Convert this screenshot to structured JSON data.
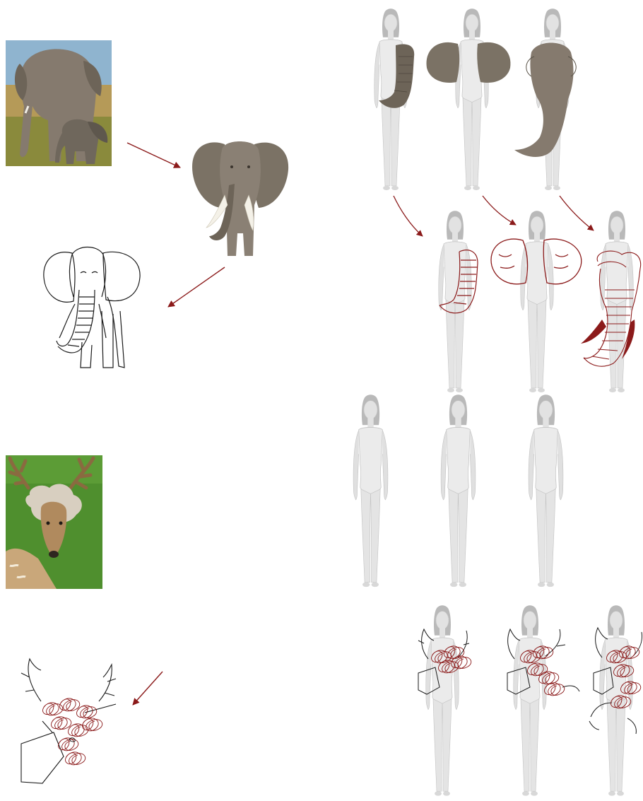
{
  "colors": {
    "arrow": "#8b1a1a",
    "sketch_red": "#8b1a1a",
    "sketch_black": "#1a1a1a",
    "body_fill": "#e6e6e6",
    "body_stroke": "#c4c4c4",
    "elephant_skin": "#7d7468",
    "elephant_dark": "#5a5348",
    "grass": "#4f8f2e",
    "sky": "#8fb4cf",
    "tusk": "#f2efe6",
    "deer_fur": "#b8966c"
  },
  "icons": {
    "arrow": "arrow-icon",
    "elephant_photo": "elephant-photo-icon",
    "deer_photo": "deer-photo-icon",
    "body": "human-figure-icon"
  },
  "figure_rows": [
    {
      "row": "elephant-part-overlays",
      "overlays": [
        "trunk-photo",
        "ears-photo",
        "head-photo"
      ]
    },
    {
      "row": "elephant-sketch-overlays",
      "overlays": [
        "trunk-sketch",
        "ears-sketch",
        "head-sketch"
      ]
    },
    {
      "row": "blank-bodies",
      "overlays": [
        "none",
        "none",
        "none"
      ]
    },
    {
      "row": "deer-sketch-overlays",
      "overlays": [
        "deer-sketch",
        "deer-sketch",
        "deer-sketch"
      ]
    }
  ]
}
